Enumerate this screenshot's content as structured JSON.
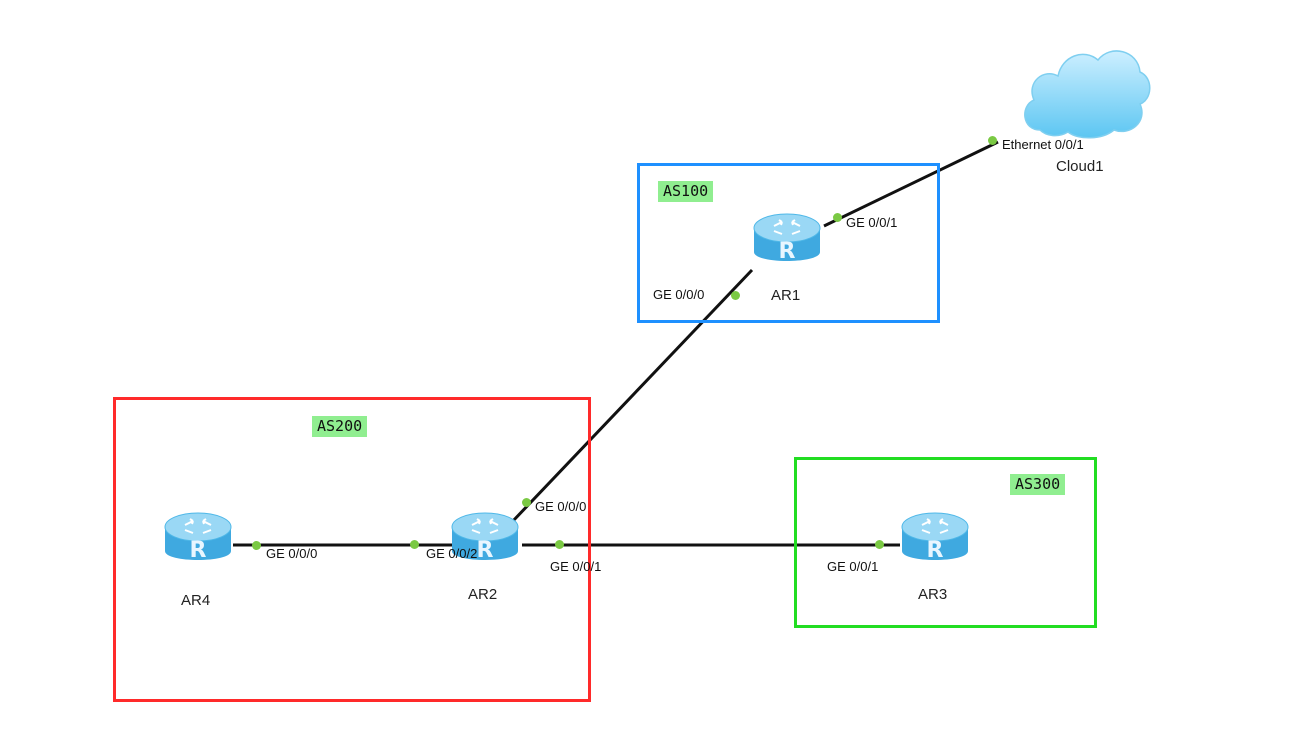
{
  "as_groups": [
    {
      "id": "as100",
      "label": "AS100",
      "border_color": "#1e90ff"
    },
    {
      "id": "as200",
      "label": "AS200",
      "border_color": "#ff2a2a"
    },
    {
      "id": "as300",
      "label": "AS300",
      "border_color": "#22dd22"
    }
  ],
  "devices": [
    {
      "id": "ar1",
      "name": "AR1",
      "icon": "router-icon"
    },
    {
      "id": "ar2",
      "name": "AR2",
      "icon": "router-icon"
    },
    {
      "id": "ar3",
      "name": "AR3",
      "icon": "router-icon"
    },
    {
      "id": "ar4",
      "name": "AR4",
      "icon": "router-icon"
    },
    {
      "id": "cloud1",
      "name": "Cloud1",
      "icon": "cloud-icon"
    }
  ],
  "ports": {
    "ar1_g000": "GE 0/0/0",
    "ar1_g001": "GE 0/0/1",
    "cloud1_eth": "Ethernet 0/0/1",
    "ar2_g000": "GE 0/0/0",
    "ar2_g001": "GE 0/0/1",
    "ar2_g002": "GE 0/0/2",
    "ar4_g000": "GE 0/0/0",
    "ar3_g001": "GE 0/0/1"
  },
  "links": [
    {
      "from": "AR1",
      "to": "Cloud1"
    },
    {
      "from": "AR1",
      "to": "AR2"
    },
    {
      "from": "AR4",
      "to": "AR2"
    },
    {
      "from": "AR2",
      "to": "AR3"
    }
  ],
  "colors": {
    "link": "#111111",
    "port_dot": "#7ac943",
    "as_label_bg": "#90ee90",
    "router_body": "#4fb8e8"
  }
}
